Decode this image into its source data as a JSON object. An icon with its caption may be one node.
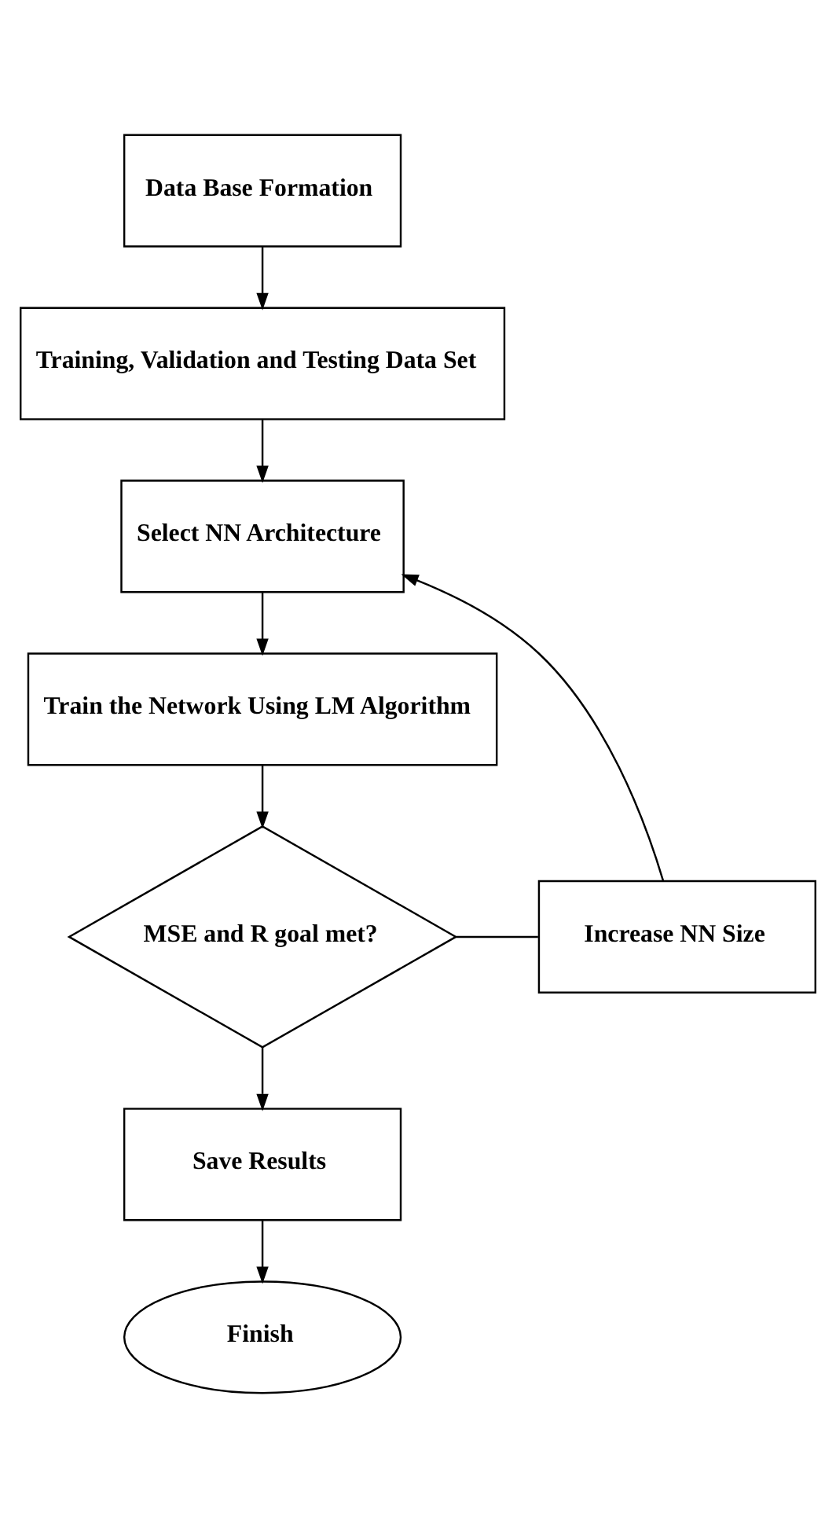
{
  "diagram": {
    "nodes": [
      {
        "text": [
          "Data Base Formation"
        ]
      },
      {
        "text": [
          "Training, Validation and Testing Data Set"
        ]
      },
      {
        "text": [
          "Select NN Architecture"
        ]
      },
      {
        "text": [
          "Train the Network Using LM Algorithm"
        ]
      },
      {
        "text": [
          "MSE and R goal met?"
        ]
      },
      {
        "text": [
          "Increase NN Size"
        ]
      },
      {
        "text": [
          "Save Results"
        ]
      },
      {
        "text": [
          "Finish"
        ]
      }
    ],
    "edges": [
      {
        "from": 0,
        "to": 1,
        "arrow": "to"
      },
      {
        "from": 1,
        "to": 2,
        "arrow": "to"
      },
      {
        "from": 2,
        "to": 3,
        "arrow": "to"
      },
      {
        "from": 3,
        "to": 4,
        "arrow": "to"
      },
      {
        "from": 5,
        "to": 4,
        "arrow": "none"
      },
      {
        "from": 5,
        "to": 2,
        "arrow": "to"
      },
      {
        "from": 4,
        "to": 6,
        "arrow": "to"
      },
      {
        "from": 6,
        "to": 7,
        "arrow": "to"
      }
    ]
  }
}
